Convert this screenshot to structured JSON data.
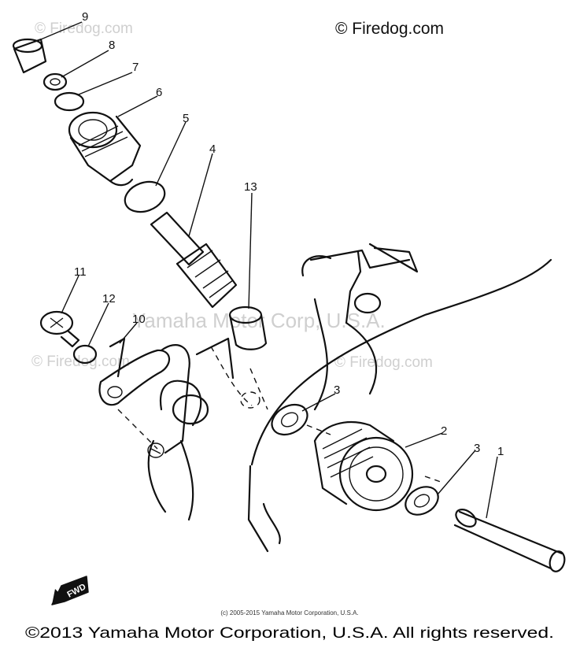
{
  "brand": "© Firedog.com",
  "watermarks": {
    "firedog": "© Firedog.com",
    "center": "Yamaha Motor Corp, U.S.A."
  },
  "callouts": [
    "1",
    "2",
    "3",
    "3",
    "4",
    "5",
    "6",
    "7",
    "8",
    "9",
    "10",
    "11",
    "12",
    "13"
  ],
  "fwd_label": "FWD",
  "credit_line": "(c) 2005-2015 Yamaha Motor Corporation, U.S.A.",
  "copyright": "©2013 Yamaha Motor Corporation, U.S.A. All rights reserved."
}
